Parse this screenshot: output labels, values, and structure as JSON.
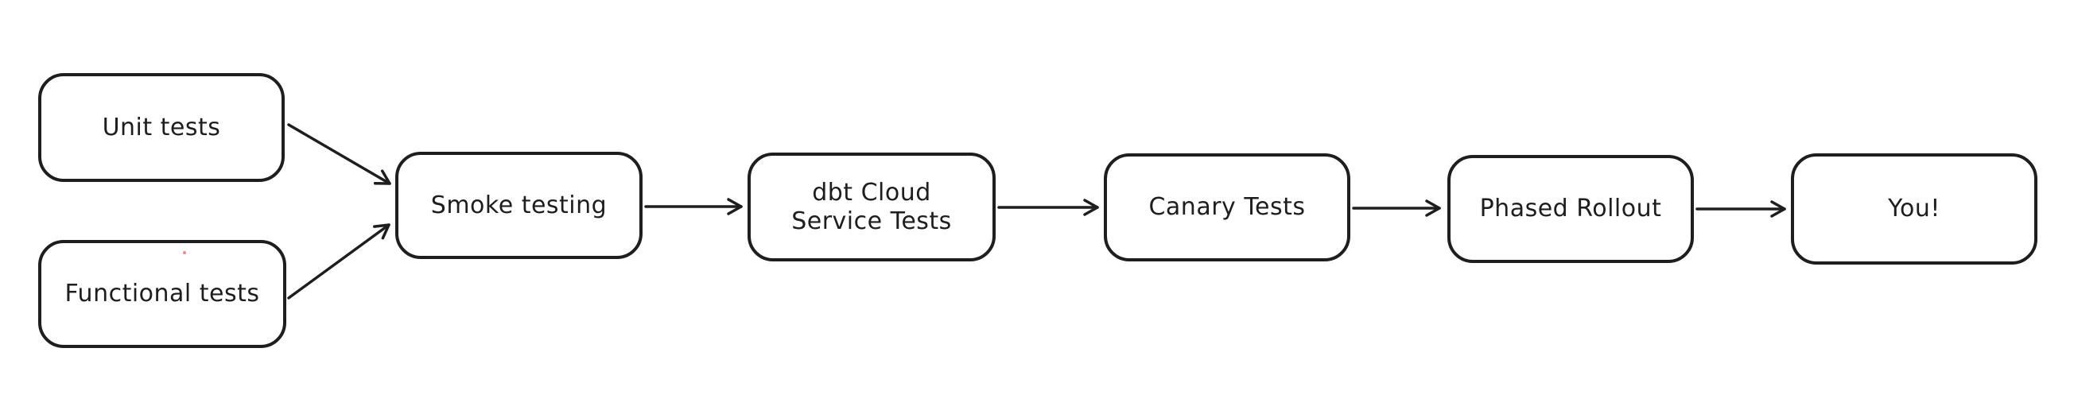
{
  "diagram": {
    "background_color": "#ffffff",
    "stroke_color": "#1e1e1e",
    "node_fill_color": "#ffffff",
    "stray_dot_color": "#e98a8a",
    "nodes": [
      {
        "id": "unit-tests",
        "label": "Unit tests"
      },
      {
        "id": "functional-tests",
        "label": "Functional tests"
      },
      {
        "id": "smoke-testing",
        "label": "Smoke testing"
      },
      {
        "id": "dbt-cloud-service-tests",
        "label": "dbt Cloud Service Tests",
        "lines": [
          "dbt Cloud",
          "Service Tests"
        ]
      },
      {
        "id": "canary-tests",
        "label": "Canary Tests"
      },
      {
        "id": "phased-rollout",
        "label": "Phased Rollout"
      },
      {
        "id": "you",
        "label": "You!"
      }
    ],
    "edges": [
      {
        "from": "unit-tests",
        "to": "smoke-testing"
      },
      {
        "from": "functional-tests",
        "to": "smoke-testing"
      },
      {
        "from": "smoke-testing",
        "to": "dbt-cloud-service-tests"
      },
      {
        "from": "dbt-cloud-service-tests",
        "to": "canary-tests"
      },
      {
        "from": "canary-tests",
        "to": "phased-rollout"
      },
      {
        "from": "phased-rollout",
        "to": "you"
      }
    ]
  }
}
